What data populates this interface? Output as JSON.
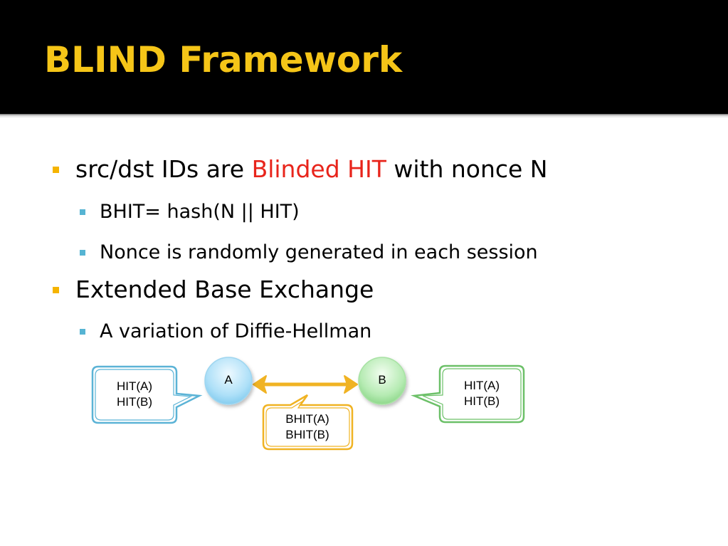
{
  "slide": {
    "title": "BLIND Framework",
    "bullets": {
      "b1": {
        "text_before": "src/dst IDs are ",
        "highlight": "Blinded HIT",
        "text_after": " with nonce N"
      },
      "b1_1": "BHIT= hash(N || HIT)",
      "b1_2": "Nonce is randomly generated in each session",
      "b2": "Extended Base Exchange",
      "b2_1": "A variation of Diffie-Hellman"
    }
  },
  "diagram": {
    "node_a": "A",
    "node_b": "B",
    "left_box": {
      "line1": "HIT(A)",
      "line2": "HIT(B)"
    },
    "right_box": {
      "line1": "HIT(A)",
      "line2": "HIT(B)"
    },
    "center_box": {
      "line1": "BHIT(A)",
      "line2": "BHIT(B)"
    }
  },
  "colors": {
    "title": "#f5c518",
    "highlight": "#e8241b",
    "bullet_level1": "#f5b400",
    "bullet_level2": "#56b4d3",
    "left_box_border": "#5bb3d6",
    "right_box_border": "#6cc068",
    "center_box_border": "#f0b323",
    "arrow": "#f0b323"
  }
}
